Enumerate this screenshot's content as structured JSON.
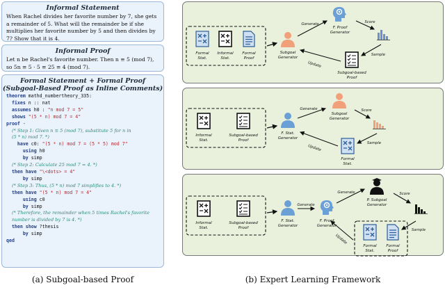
{
  "left": {
    "informal_statement": {
      "title": "Informal Statement",
      "text": "When Rachel divides her favorite number by 7, she gets a remainder of 5. What will the remainder be if she multiplies her favorite number by 5 and then divides by 7? Show that it is 4."
    },
    "informal_proof": {
      "title": "Informal Proof",
      "text": "Let n be Rachel's favorite number. Then n ≡ 5 (mod 7), so 5n ≡ 5 · 5 ≡ 25 ≡ 4 (mod 7)."
    },
    "formal": {
      "title": "Formal Statement + Formal Proof",
      "subtitle": "(Subgoal-Based Proof as Inline Comments)",
      "lines": [
        [
          "theorem",
          " mathd_numbertheory_335:"
        ],
        [
          "  fixes",
          " n :: nat"
        ],
        [
          "  assumes",
          " h0 : ",
          "\"n mod 7 = 5\""
        ],
        [
          "  shows",
          " ",
          "\"(5 * n) mod 7 = 4\""
        ],
        [
          "proof",
          " -"
        ],
        [
          "  ",
          "",
          "",
          "(* Step 1: Given n ≡ 5 (mod 7), substitute 5 for n in"
        ],
        [
          "  ",
          "",
          "",
          "(5 * n) mod 7. *)"
        ],
        [
          "    have",
          " c0: ",
          "\"(5 * n) mod 7 = (5 * 5) mod 7\""
        ],
        [
          "      using",
          " h0"
        ],
        [
          "      by",
          " simp"
        ],
        [
          "  ",
          "",
          "",
          "(* Step 2: Calculate 25 mod 7 = 4. *)"
        ],
        [
          "  then have",
          " ",
          "\"\\<dots> = 4\""
        ],
        [
          "      by",
          " simp"
        ],
        [
          "  ",
          "",
          "",
          "(* Step 3: Thus, (5 * n) mod 7 simplifies to 4. *)"
        ],
        [
          "  then have",
          " ",
          "\"(5 * n) mod 7 = 4\""
        ],
        [
          "      using",
          " c0"
        ],
        [
          "      by",
          " simp"
        ],
        [
          "  ",
          "",
          "",
          "(* Therefore, the remainder when 5 times Rachel's favorite"
        ],
        [
          "  ",
          "",
          "",
          "number is divided by 7 is 4. *)"
        ],
        [
          "  then show",
          " ?thesis"
        ],
        [
          "      by",
          " simp"
        ],
        [
          "qed",
          ""
        ]
      ]
    },
    "caption": "(a) Subgoal-based Proof"
  },
  "right": {
    "caption": "(b) Expert Learning Framework",
    "row1": {
      "inputs": [
        "Formal Stat.",
        "Informal Stat.",
        "Formal Proof"
      ],
      "generator": "Subgoal Generator",
      "target": "F. Proof Generator",
      "output": "Subgoal-based Proof",
      "edges": [
        "Generate",
        "Score",
        "Sample",
        "Update"
      ]
    },
    "row2": {
      "inputs": [
        "Informal Stat.",
        "Subgoal-based Proof"
      ],
      "generator": "F. Stat. Generator",
      "target": "Subgoal Generator",
      "output": "Formal Stat.",
      "edges": [
        "Generate",
        "Score",
        "Sample",
        "Update"
      ]
    },
    "row3": {
      "inputs": [
        "Informal Stat.",
        "Subgoal-based Proof"
      ],
      "generator1": "F. Stat. Generator",
      "generator2": "F. Proof Generator",
      "target": "P. Subgoal Generator",
      "outputs": [
        "Formal Stat.",
        "Formal Proof"
      ],
      "edges": [
        "Generate",
        "Generate",
        "Score",
        "Sample",
        "Update"
      ]
    }
  },
  "colors": {
    "panel_border": "#9bb8d8",
    "panel_bg": "#eaf2fb",
    "row_bg": "#e9f1dc",
    "keyword": "#1f3f8f",
    "string": "#c0272d",
    "comment": "#2e8b77"
  }
}
